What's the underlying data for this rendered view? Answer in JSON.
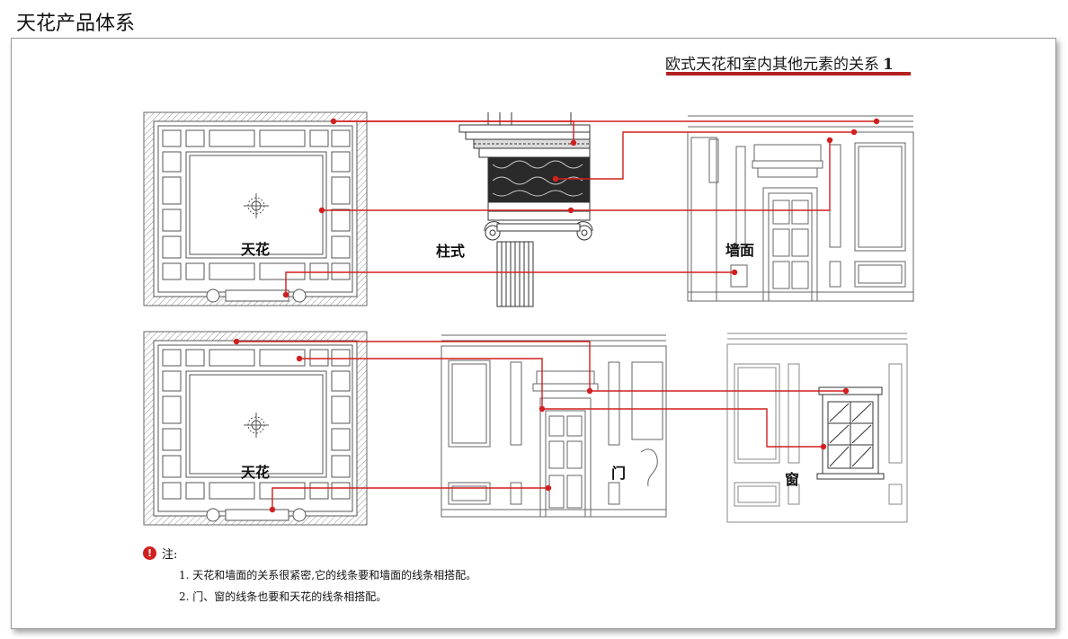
{
  "page_heading": "天花产品体系",
  "card_title": "欧式天花和室内其他元素的关系",
  "card_title_number": "1",
  "labels": {
    "ceiling_top": "天花",
    "column": "柱式",
    "wall": "墙面",
    "ceiling_bottom": "天花",
    "door": "门",
    "window": "窗"
  },
  "note": {
    "icon": "exclamation-icon",
    "label": "注:",
    "items": [
      "1. 天花和墙面的关系很紧密,它的线条要和墙面的线条相搭配。",
      "2. 门、窗的线条也要和天花的线条相搭配。"
    ]
  },
  "colors": {
    "connector": "#d21f1f",
    "title_rule": "#b42020",
    "line_art": "#555555"
  }
}
